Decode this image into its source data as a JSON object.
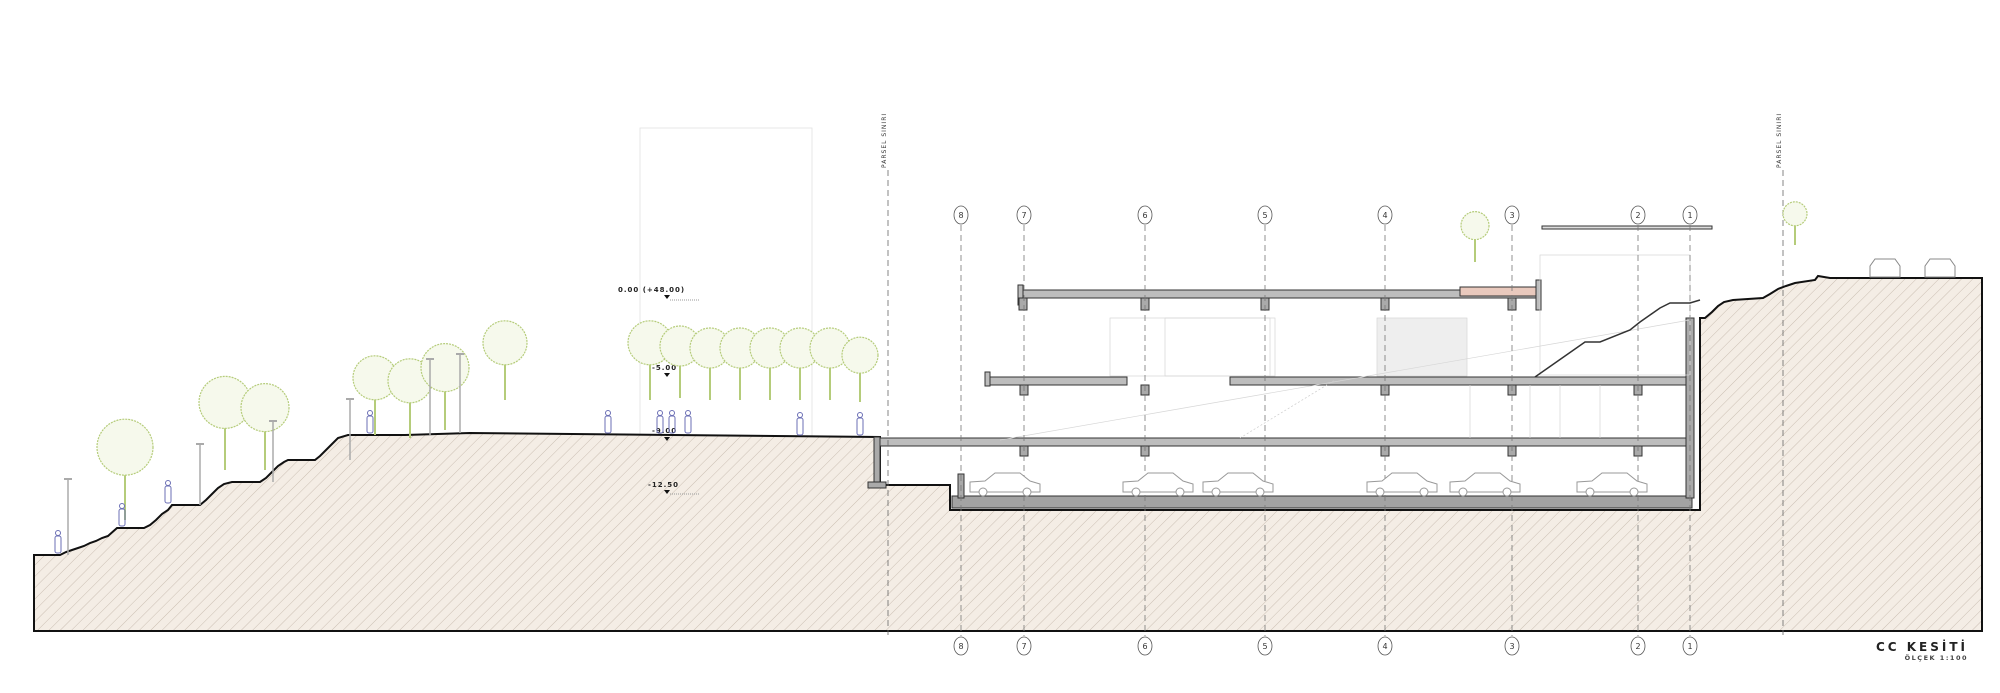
{
  "title": {
    "name": "CC KESİTİ",
    "scale": "ÖLÇEK 1:100"
  },
  "grid_labels": [
    "8",
    "7",
    "6",
    "5",
    "4",
    "3",
    "2",
    "1"
  ],
  "parcel_labels": [
    "PARSEL SINIRI",
    "PARSEL SINIRI"
  ],
  "levels": [
    "0.00 (+48.00)",
    "-5.00",
    "-9.00",
    "-12.50"
  ],
  "colors": {
    "soil_fill": "#f3ece4",
    "hatch": "#c9bfb4",
    "tree": "#b5cc7a",
    "people": "#6b6fb5",
    "concrete": "#9a9a9a"
  }
}
